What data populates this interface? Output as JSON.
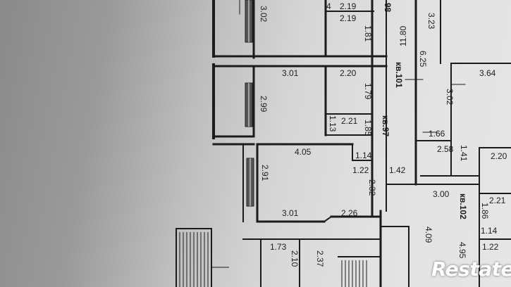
{
  "plan": {
    "apartments": [
      "кв.101",
      "кв.97",
      "кв.102",
      "98"
    ],
    "dimensions": [
      "2.19",
      "2.19",
      "3.02",
      "1.81",
      "11.80",
      "3.23",
      "6.25",
      "3.64",
      "3.01",
      "2.20",
      "1.79",
      "3.02",
      "2.99",
      "2.21",
      "1.13",
      "1.85",
      "1.66",
      "2.58",
      "1.41",
      "2.20",
      "4.05",
      "1.14",
      "1.22",
      "1.42",
      "2.91",
      "2.32",
      "3.00",
      "2.21",
      "1.86",
      "1.14",
      "3.01",
      "2.26",
      "4.09",
      "4.95",
      "1.22",
      "1.73",
      "2.10",
      "2.37",
      "4"
    ]
  },
  "watermark": {
    "brand": "Restate"
  },
  "colors": {
    "line": "#1b1b1b",
    "paper": "#e2e2e2"
  }
}
